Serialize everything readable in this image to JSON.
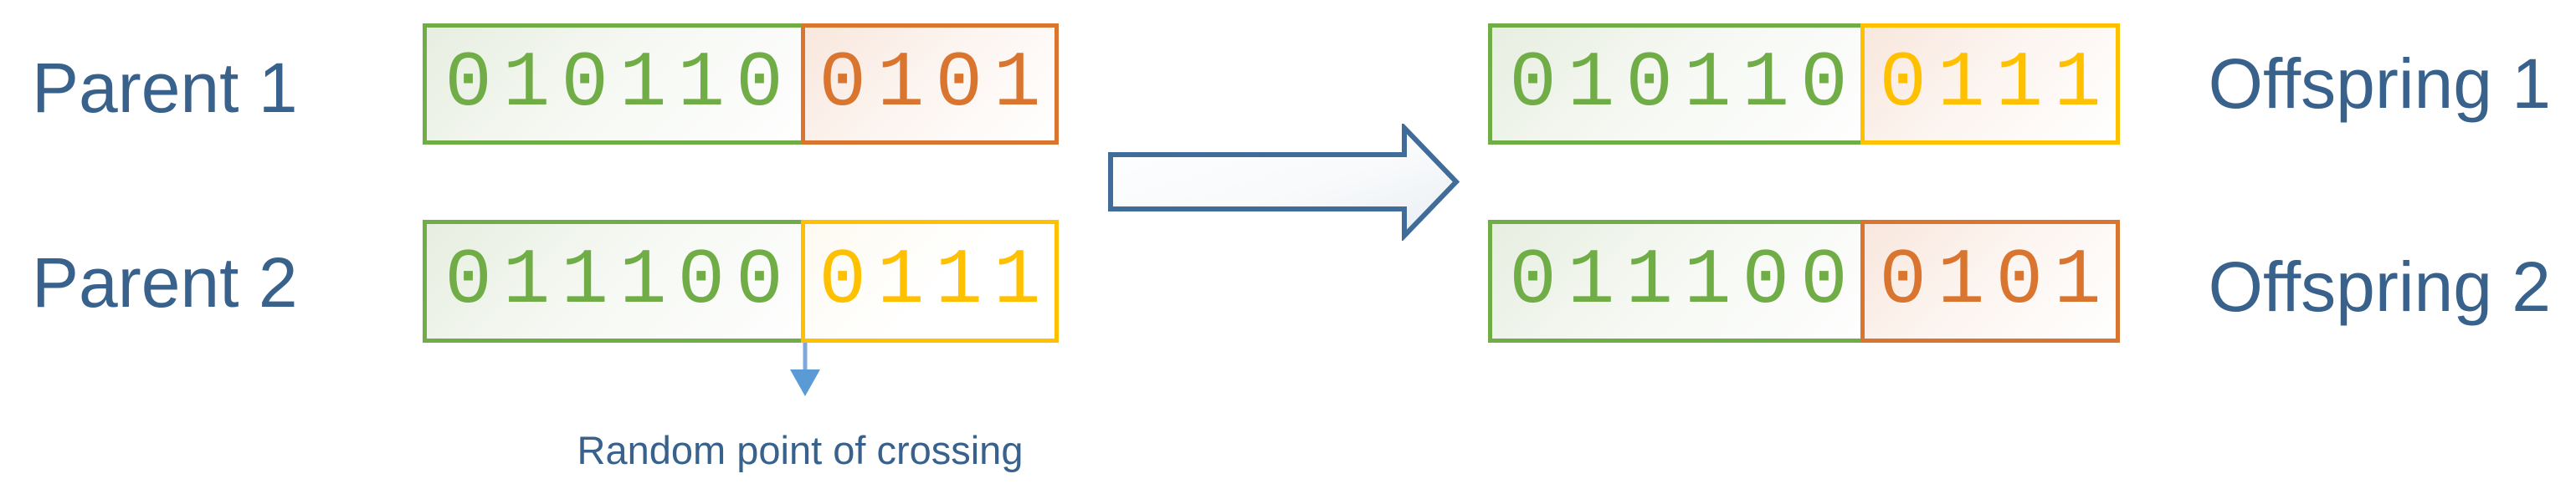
{
  "diagram": {
    "parents": [
      {
        "label": "Parent 1",
        "head_bits": "010110",
        "tail_bits": "0101",
        "tail_color_name": "orange"
      },
      {
        "label": "Parent 2",
        "head_bits": "011100",
        "tail_bits": "0111",
        "tail_color_name": "yellow"
      }
    ],
    "offspring": [
      {
        "label": "Offspring 1",
        "head_bits": "010110",
        "tail_bits": "0111",
        "tail_color_name": "yellow"
      },
      {
        "label": "Offspring 2",
        "head_bits": "011100",
        "tail_bits": "0101",
        "tail_color_name": "orange"
      }
    ],
    "caption": "Random point of crossing",
    "icons": {
      "transform_arrow": "right-block-arrow",
      "crossing_pointer": "down-arrow"
    },
    "colors": {
      "green": "#70AD47",
      "orange": "#D9752F",
      "yellow": "#FFC000",
      "label_text": "#38618C",
      "pointer_head_blue": "#5B9BD5",
      "pointer_stem_blue": "#7FA9DC",
      "big_arrow_outline": "#3F6C99"
    }
  }
}
